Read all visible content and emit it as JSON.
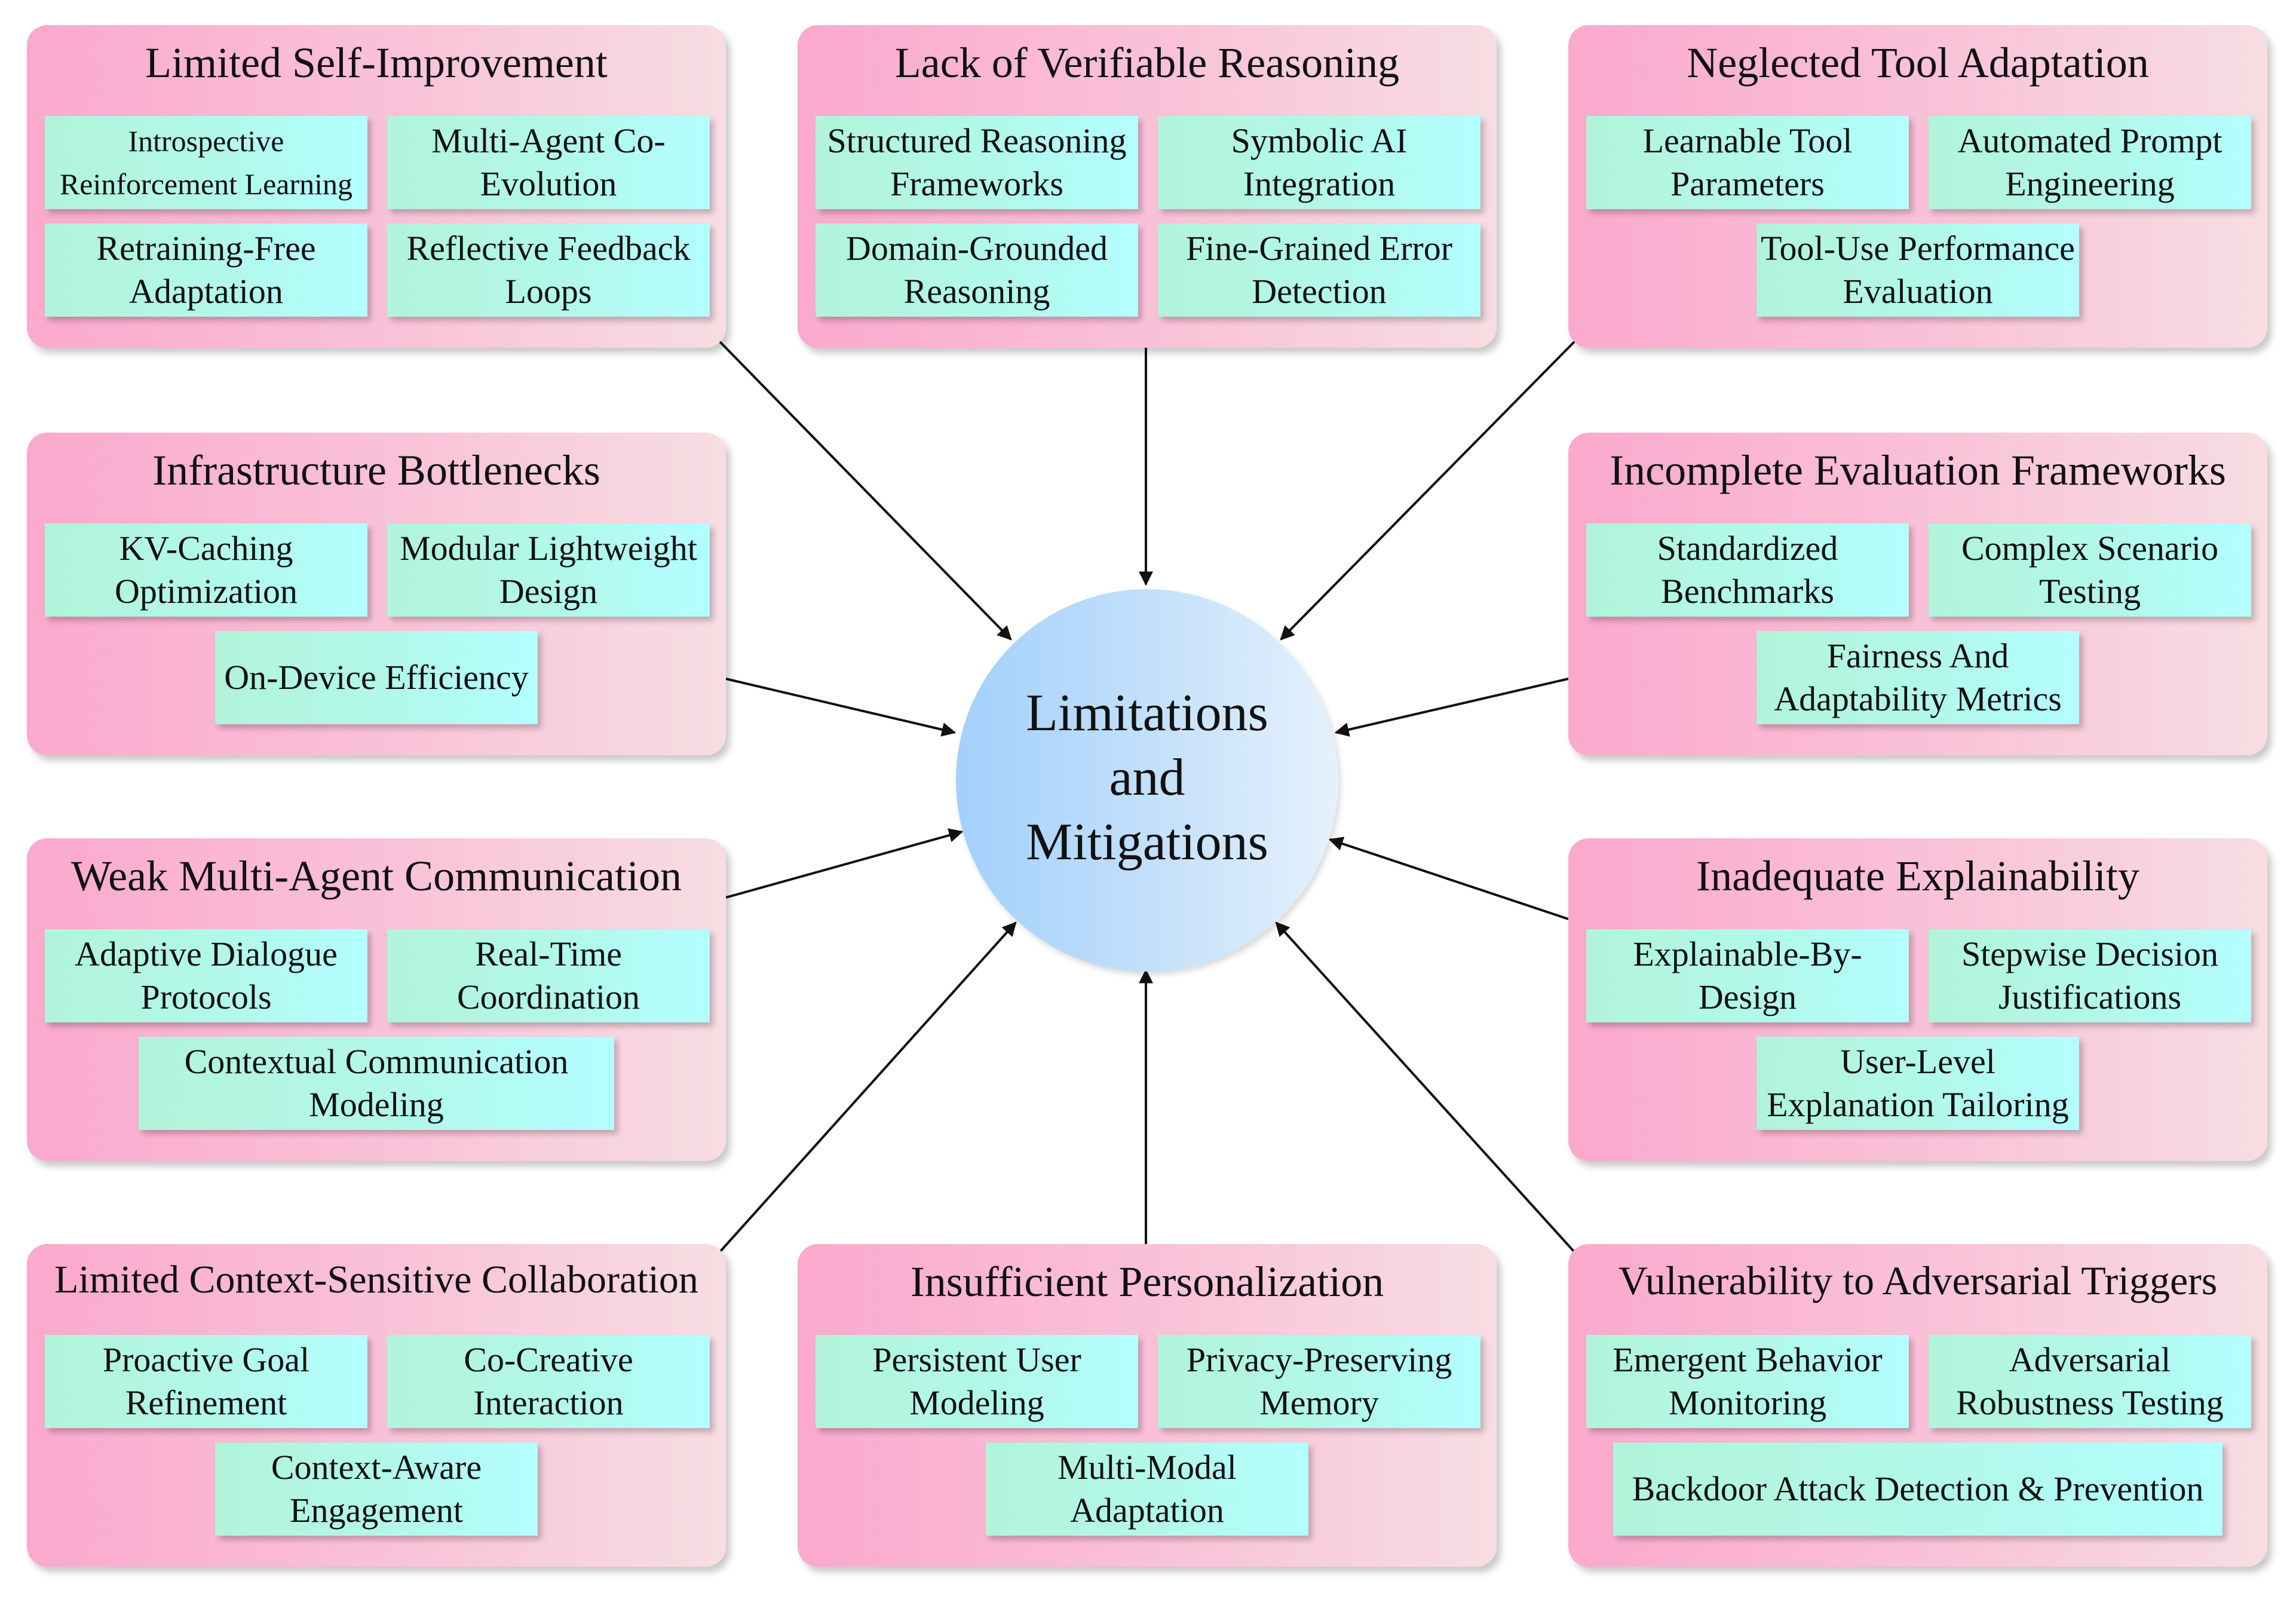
{
  "center": {
    "label": "Limitations\nand\nMitigations"
  },
  "panels": [
    {
      "title": "Limited Self-Improvement",
      "items": [
        "Introspective Reinforcement Learning",
        "Multi-Agent Co-Evolution",
        "Retraining-Free Adaptation",
        "Reflective Feedback Loops"
      ]
    },
    {
      "title": "Lack of Verifiable Reasoning",
      "items": [
        "Structured Reasoning Frameworks",
        "Symbolic AI Integration",
        "Domain-Grounded Reasoning",
        "Fine-Grained Error Detection"
      ]
    },
    {
      "title": "Neglected Tool Adaptation",
      "items": [
        "Learnable Tool Parameters",
        "Automated Prompt Engineering",
        "Tool-Use Performance Evaluation"
      ]
    },
    {
      "title": "Infrastructure Bottlenecks",
      "items": [
        "KV-Caching Optimization",
        "Modular Lightweight Design",
        "On-Device Efficiency"
      ]
    },
    {
      "title": "Incomplete Evaluation Frameworks",
      "items": [
        "Standardized Benchmarks",
        "Complex Scenario Testing",
        "Fairness And Adaptability Metrics"
      ]
    },
    {
      "title": "Weak Multi-Agent Communication",
      "items": [
        "Adaptive Dialogue Protocols",
        "Real-Time Coordination",
        "Contextual Communication Modeling"
      ]
    },
    {
      "title": "Inadequate Explainability",
      "items": [
        "Explainable-By-Design",
        "Stepwise Decision Justifications",
        "User-Level Explanation Tailoring"
      ]
    },
    {
      "title": "Limited Context-Sensitive Collaboration",
      "items": [
        "Proactive Goal Refinement",
        "Co-Creative Interaction",
        "Context-Aware Engagement"
      ]
    },
    {
      "title": "Insufficient Personalization",
      "items": [
        "Persistent User Modeling",
        "Privacy-Preserving Memory",
        "Multi-Modal Adaptation"
      ]
    },
    {
      "title": "Vulnerability to Adversarial Triggers",
      "items": [
        "Emergent Behavior Monitoring",
        "Adversarial Robustness Testing",
        "Backdoor Attack Detection & Prevention"
      ]
    }
  ],
  "colors": {
    "panel_gradient": [
      "#fba9cd",
      "#f7dde2"
    ],
    "chip_gradient": [
      "#b1f4da",
      "#b3feff"
    ],
    "hub_gradient": [
      "#a3d0fb",
      "#e5f1fc"
    ],
    "arrow": "#111111"
  }
}
